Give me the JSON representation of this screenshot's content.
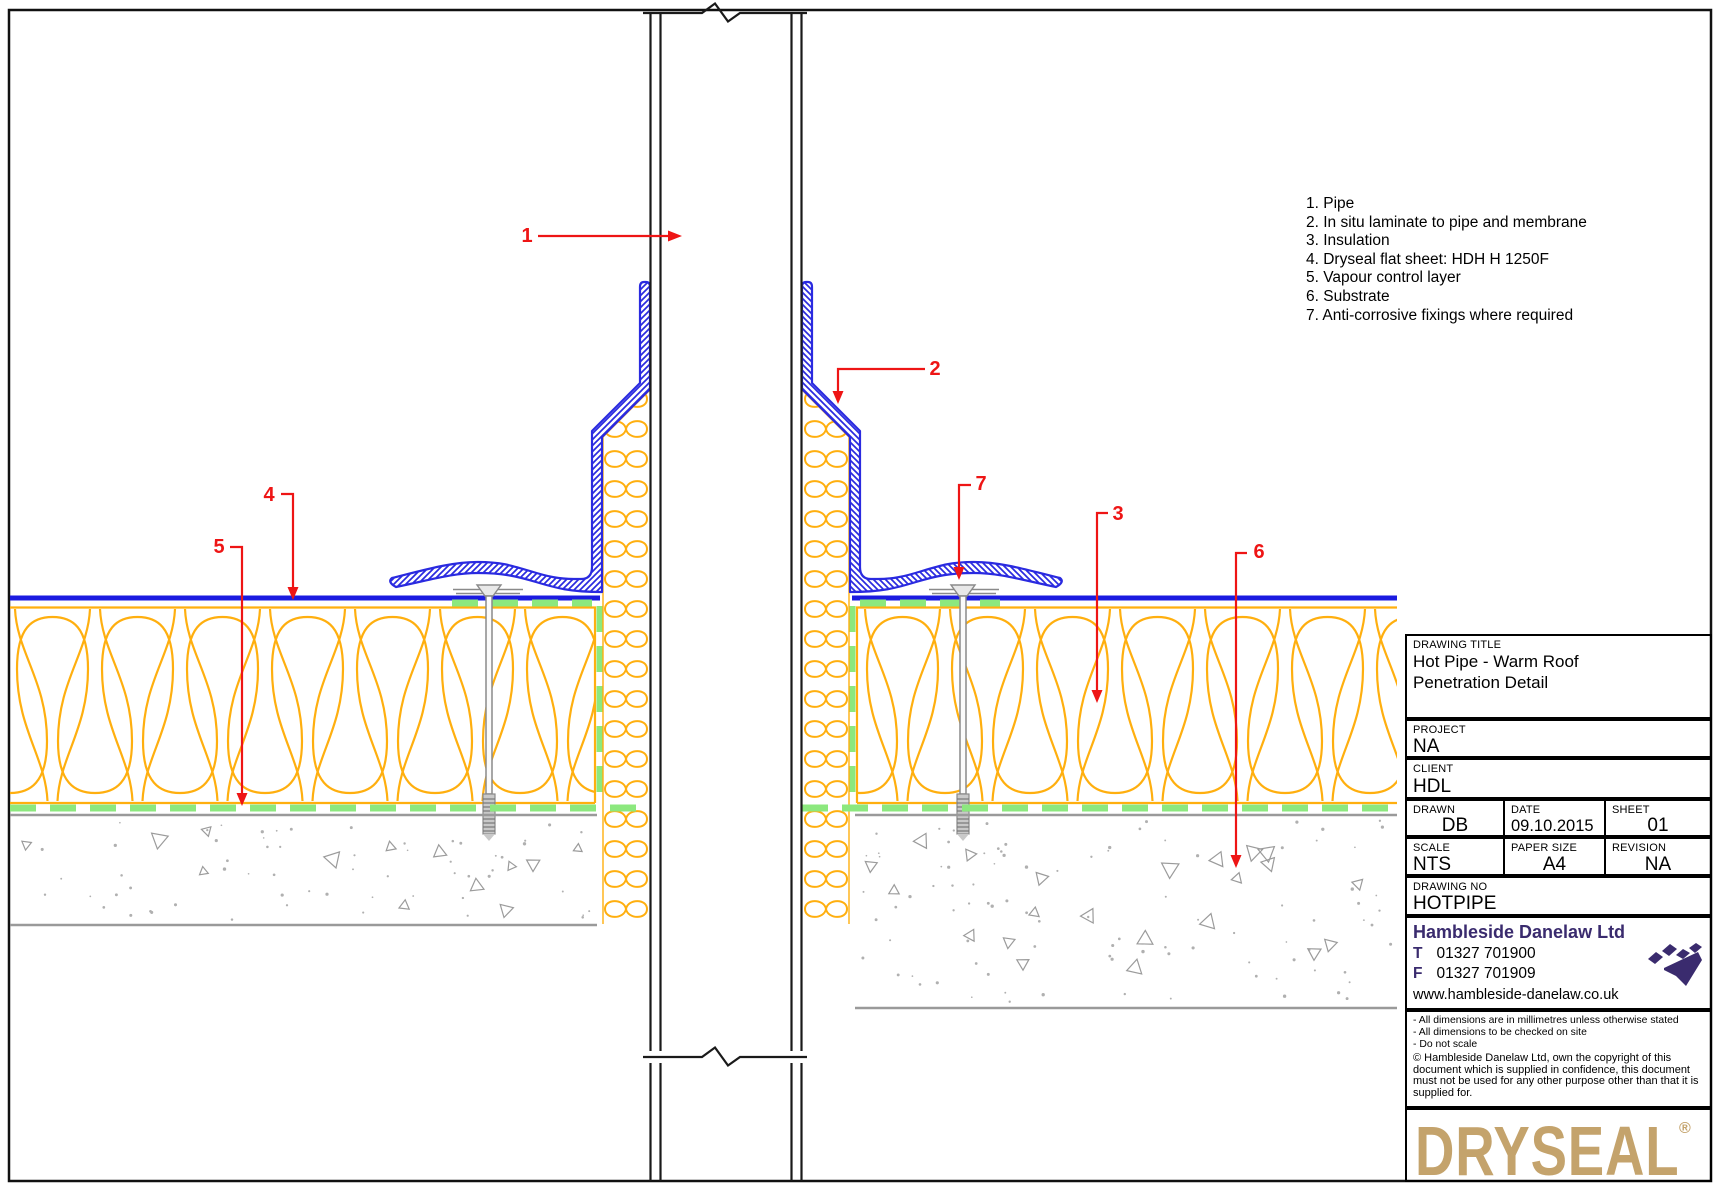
{
  "legend": {
    "items": [
      "1. Pipe",
      "2. In situ laminate to pipe and membrane",
      "3. Insulation",
      "4. Dryseal flat sheet: HDH H 1250F",
      "5. Vapour control layer",
      "6. Substrate",
      "7. Anti-corrosive fixings where required"
    ]
  },
  "callouts": [
    "1",
    "2",
    "3",
    "4",
    "5",
    "6",
    "7"
  ],
  "title_block": {
    "drawing_title_label": "DRAWING TITLE",
    "drawing_title_line1": "Hot Pipe - Warm Roof",
    "drawing_title_line2": "Penetration Detail",
    "project_label": "PROJECT",
    "project": "NA",
    "client_label": "CLIENT",
    "client": "HDL",
    "drawn_label": "DRAWN",
    "drawn": "DB",
    "date_label": "DATE",
    "date": "09.10.2015",
    "sheet_label": "SHEET",
    "sheet": "01",
    "scale_label": "SCALE",
    "scale": "NTS",
    "paper_size_label": "PAPER SIZE",
    "paper_size": "A4",
    "revision_label": "REVISION",
    "revision": "NA",
    "drawing_no_label": "DRAWING NO",
    "drawing_no": "HOTPIPE"
  },
  "company": {
    "name": "Hambleside Danelaw Ltd",
    "tel_label": "T",
    "tel": "01327 701900",
    "fax_label": "F",
    "fax": "01327 701909",
    "website": "www.hambleside-danelaw.co.uk"
  },
  "notes": {
    "line1": "- All dimensions are in millimetres unless otherwise stated",
    "line2": "- All dimensions to be checked on site",
    "line3": "- Do not scale",
    "copyright": "© Hambleside Danelaw Ltd, own the copyright of this document which is supplied in confidence, this document must not be used for any other purpose other than that it is supplied for."
  },
  "brand": {
    "wordmark": "DRYSEAL",
    "registered": "®"
  },
  "colors": {
    "membrane_blue": "#1b1be0",
    "laminate_blue": "#2a2ae0",
    "insulation_yellow": "#ffaf0f",
    "vcl_green": "#8ce87e",
    "substrate_gray": "#9a9a9a",
    "callout_red": "#ee1515",
    "brand_purple": "#3a2b6e",
    "dryseal_tan": "#c4a36c"
  }
}
